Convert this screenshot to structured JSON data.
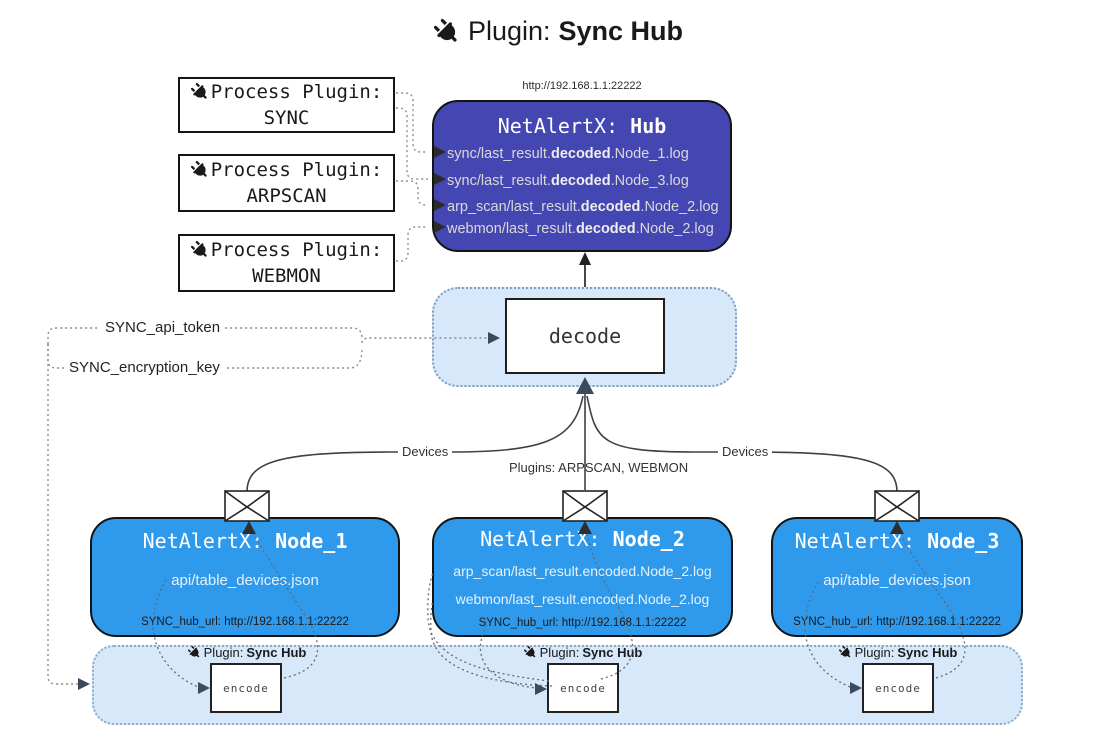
{
  "title": {
    "label": "Plugin:",
    "name": "Sync Hub"
  },
  "hub": {
    "url": "http://192.168.1.1:22222",
    "title_label": "NetAlertX:",
    "title_name": "Hub",
    "logs": [
      {
        "pre": "sync/last_result.",
        "bold": "decoded",
        "post": ".Node_1.log"
      },
      {
        "pre": "sync/last_result.",
        "bold": "decoded",
        "post": ".Node_3.log"
      },
      {
        "pre": "arp_scan/last_result.",
        "bold": "decoded",
        "post": ".Node_2.log"
      },
      {
        "pre": "webmon/last_result.",
        "bold": "decoded",
        "post": ".Node_2.log"
      }
    ]
  },
  "process_plugins": [
    {
      "label": "Process Plugin:",
      "name": "SYNC"
    },
    {
      "label": "Process Plugin:",
      "name": "ARPSCAN"
    },
    {
      "label": "Process Plugin:",
      "name": "WEBMON"
    }
  ],
  "decode": {
    "label": "decode"
  },
  "settings": {
    "api_token": "SYNC_api_token",
    "encryption_key": "SYNC_encryption_key"
  },
  "edge_labels": {
    "devices_left": "Devices",
    "plugins_center": "Plugins: ARPSCAN, WEBMON",
    "devices_right": "Devices"
  },
  "nodes": [
    {
      "title_label": "NetAlertX:",
      "title_name": "Node_1",
      "files": [
        "api/table_devices.json"
      ],
      "hub_url": "SYNC_hub_url: http://192.168.1.1:22222"
    },
    {
      "title_label": "NetAlertX:",
      "title_name": "Node_2",
      "files": [
        "arp_scan/last_result.encoded.Node_2.log",
        "webmon/last_result.encoded.Node_2.log"
      ],
      "hub_url": "SYNC_hub_url: http://192.168.1.1:22222"
    },
    {
      "title_label": "NetAlertX:",
      "title_name": "Node_3",
      "files": [
        "api/table_devices.json"
      ],
      "hub_url": "SYNC_hub_url: http://192.168.1.1:22222"
    }
  ],
  "encoders": [
    {
      "label": "Plugin:",
      "name": "Sync Hub",
      "box_label": "encode"
    },
    {
      "label": "Plugin:",
      "name": "Sync Hub",
      "box_label": "encode"
    },
    {
      "label": "Plugin:",
      "name": "Sync Hub",
      "box_label": "encode"
    }
  ],
  "colors": {
    "hub_fill": "#4446b1",
    "node_fill": "#2f99ec",
    "container_fill": "#d7e8fa",
    "arrow_dark": "#3c4a5c"
  }
}
